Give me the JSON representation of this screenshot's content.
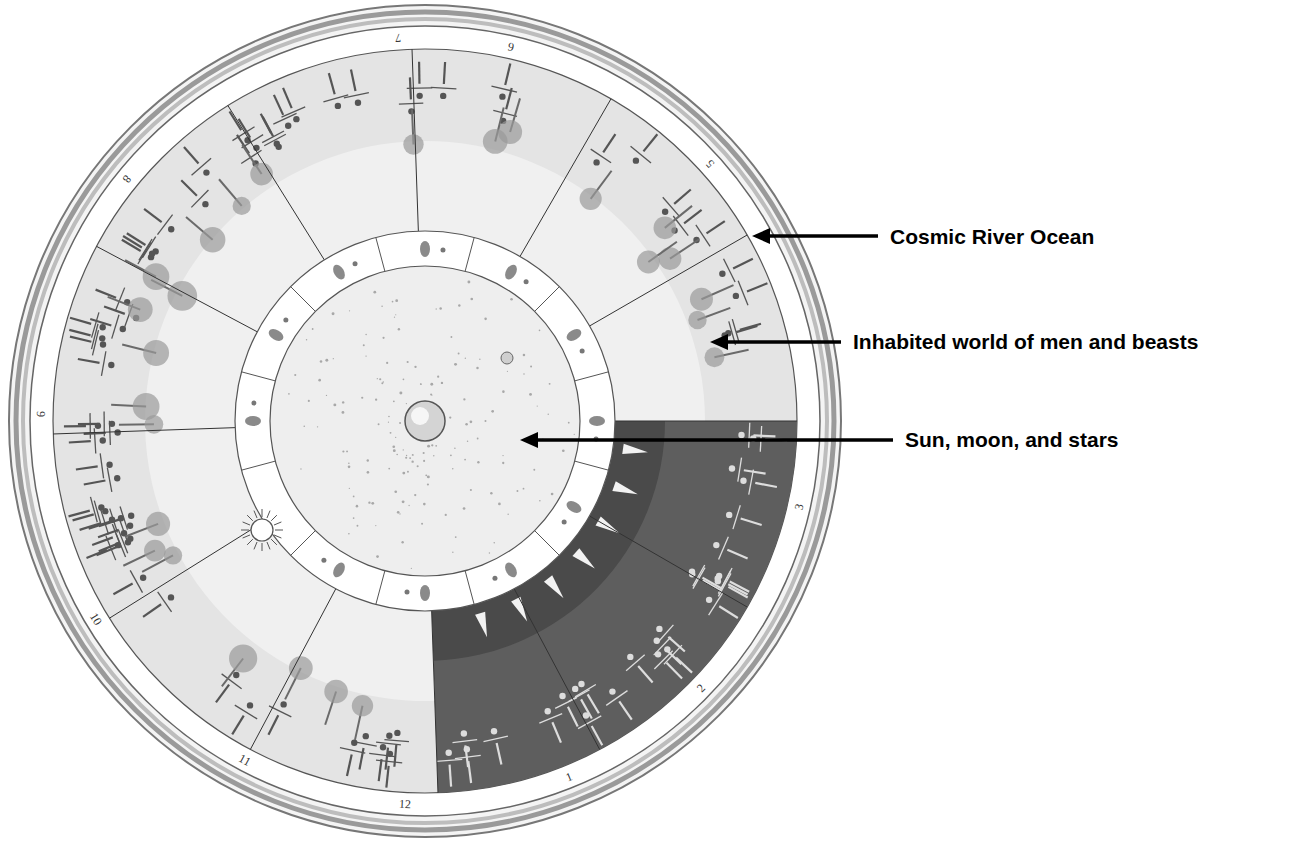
{
  "diagram": {
    "labels": [
      "7",
      "6",
      "5",
      "Cosmic River Ocean",
      "Inhabited world of men and beasts",
      "3",
      "Sun, moon, and stars",
      "2",
      "1",
      "12",
      "11",
      "10",
      "9",
      "8"
    ]
  }
}
